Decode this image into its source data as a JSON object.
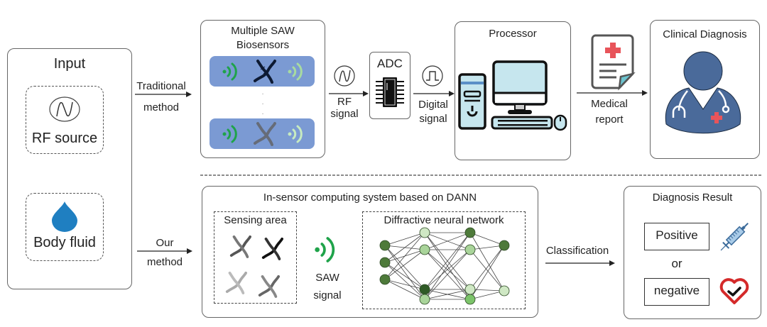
{
  "input_panel": {
    "title": "Input",
    "rf_source_label": "RF source",
    "body_fluid_label": "Body fluid"
  },
  "traditional_path": {
    "arrow_label_line1": "Traditional",
    "arrow_label_line2": "method",
    "saw_panel_title_line1": "Multiple SAW",
    "saw_panel_title_line2": "Biosensors",
    "rf_signal_line1": "RF",
    "rf_signal_line2": "signal",
    "adc_label": "ADC",
    "digital_signal_line1": "Digital",
    "digital_signal_line2": "signal",
    "processor_title": "Processor",
    "medical_report_line1": "Medical",
    "medical_report_line2": "report",
    "clinical_title": "Clinical Diagnosis"
  },
  "our_path": {
    "arrow_label_line1": "Our",
    "arrow_label_line2": "method",
    "system_title": "In-sensor computing system based on DANN",
    "sensing_area_label": "Sensing area",
    "saw_signal_line1": "SAW",
    "saw_signal_line2": "signal",
    "dnn_label": "Diffractive neural network",
    "classification_label": "Classification",
    "result_title": "Diagnosis Result",
    "positive_label": "Positive",
    "or_label": "or",
    "negative_label": "negative"
  },
  "colors": {
    "signal_green": "#1fa34a",
    "signal_light_green": "#a8dba0",
    "band_blue": "#7b9ad3",
    "doctor_blue": "#4a6a9a",
    "drop_blue": "#1f7fc1",
    "cross_red": "#e8545a",
    "heart_red": "#d42a2a",
    "screen_cyan": "#c6e6ee"
  },
  "icons": [
    "rf-wave-icon",
    "water-drop-icon",
    "wifi-signal-icon",
    "dna-icon",
    "chip-icon",
    "square-pulse-icon",
    "computer-icon",
    "medical-report-icon",
    "doctor-icon",
    "syringe-icon",
    "heart-check-icon",
    "neural-network-icon"
  ]
}
